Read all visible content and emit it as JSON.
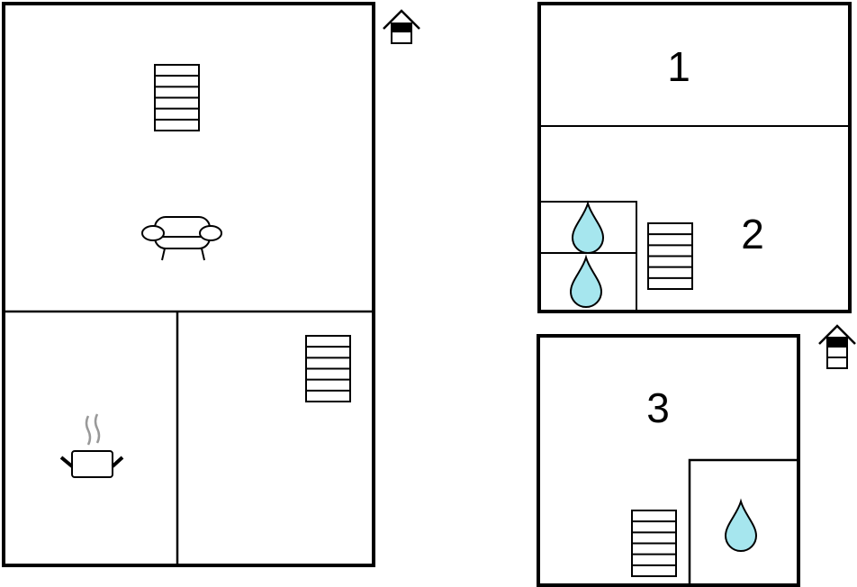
{
  "floorplan": {
    "room_labels": [
      "1",
      "2",
      "3"
    ],
    "icons": [
      "house-entrance-icon",
      "stairs-icon",
      "sofa-icon",
      "cooking-pot-icon",
      "water-drop-icon"
    ],
    "colors": {
      "wall": "#000000",
      "water": "#a6e6ee",
      "steam": "#999999"
    }
  }
}
